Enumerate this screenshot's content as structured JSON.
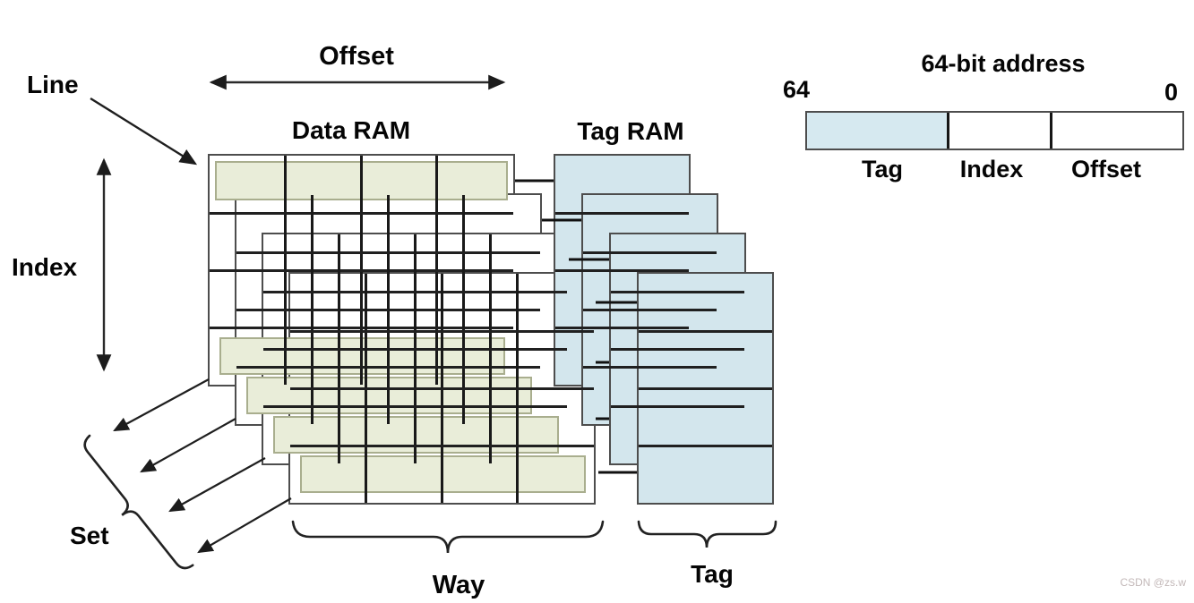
{
  "labels": {
    "line": "Line",
    "offset": "Offset",
    "data_ram": "Data RAM",
    "tag_ram": "Tag RAM",
    "index": "Index",
    "set": "Set",
    "way": "Way",
    "tag": "Tag"
  },
  "address": {
    "title": "64-bit address",
    "high_bit": "64",
    "low_bit": "0",
    "fields": [
      {
        "label": "Tag",
        "highlighted": true
      },
      {
        "label": "Index",
        "highlighted": false
      },
      {
        "label": "Offset",
        "highlighted": false
      }
    ]
  },
  "structure": {
    "ways": 4,
    "rows_per_way": 4,
    "columns_per_way": 4,
    "tag_entries_per_way": 4
  },
  "colors": {
    "line_highlight": "#e9edd9",
    "tag_ram_fill": "#d3e6ed",
    "address_tag_fill": "#d6e9f0"
  },
  "watermark": "CSDN @zs.w"
}
